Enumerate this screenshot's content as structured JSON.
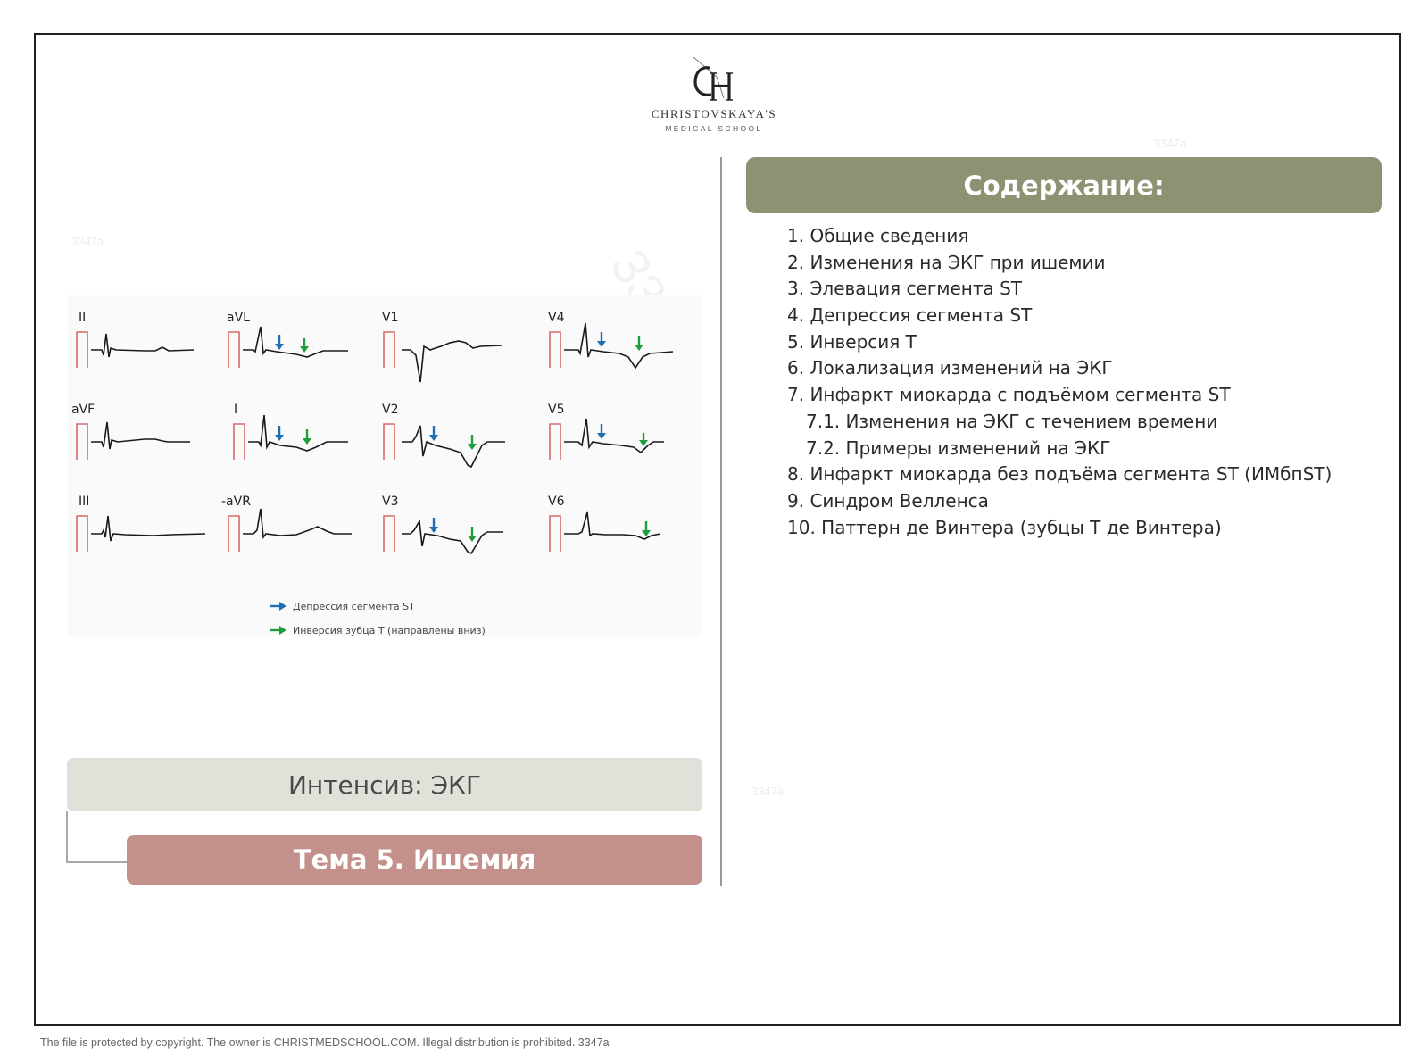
{
  "logo": {
    "monogram": "CH",
    "name": "CHRISTOVSKAYA'S",
    "subtitle": "MEDICAL SCHOOL"
  },
  "watermarks": [
    "3347a",
    "3347a",
    "3347a",
    "3347a"
  ],
  "ecg_figure": {
    "leads": [
      "II",
      "aVL",
      "V1",
      "V4",
      "aVF",
      "I",
      "V2",
      "V5",
      "III",
      "-aVR",
      "V3",
      "V6"
    ],
    "legend": [
      {
        "label": "Депрессия сегмента ST",
        "color": "#1f6fb2",
        "icon": "arrow-right-icon"
      },
      {
        "label": "Инверсия зубца Т (направлены вниз)",
        "color": "#1e9e3c",
        "icon": "arrow-right-icon"
      }
    ],
    "colors": {
      "calibration": "#d46a6a",
      "trace": "#1a1a1a",
      "st_arrow": "#1f6fb2",
      "t_arrow": "#1e9e3c"
    }
  },
  "course": {
    "title": "Интенсив: ЭКГ"
  },
  "topic": {
    "title": "Тема 5. Ишемия"
  },
  "toc": {
    "header": "Содержание:",
    "items": [
      {
        "num": "1.",
        "text": "Общие сведения",
        "sub": false
      },
      {
        "num": "2.",
        "text": "Изменения на ЭКГ при ишемии",
        "sub": false
      },
      {
        "num": "3.",
        "text": "Элевация сегмента ST",
        "sub": false
      },
      {
        "num": "4.",
        "text": "Депрессия сегмента ST",
        "sub": false
      },
      {
        "num": "5.",
        "text": "Инверсия Т",
        "sub": false
      },
      {
        "num": "6.",
        "text": "Локализация изменений на ЭКГ",
        "sub": false
      },
      {
        "num": "7.",
        "text": "Инфаркт миокарда с подъёмом сегмента ST",
        "sub": false
      },
      {
        "num": "7.1.",
        "text": "Изменения на ЭКГ с течением времени",
        "sub": true
      },
      {
        "num": "7.2.",
        "text": "Примеры изменений на ЭКГ",
        "sub": true
      },
      {
        "num": "8.",
        "text": "Инфаркт миокарда без подъёма сегмента ST (ИМбпST)",
        "sub": false
      },
      {
        "num": "9.",
        "text": "Синдром Велленса",
        "sub": false
      },
      {
        "num": "10.",
        "text": "Паттерн де Винтера (зубцы Т де Винтера)",
        "sub": false
      }
    ]
  },
  "colors": {
    "toc_header_bg": "#8c9373",
    "course_bg": "#e1e1da",
    "topic_bg": "#c4908c",
    "frame": "#1f1f1f"
  },
  "footer": {
    "text": "The file is protected by copyright. The owner is CHRISTMEDSCHOOL.COM. Illegal distribution is prohibited. 3347a"
  }
}
